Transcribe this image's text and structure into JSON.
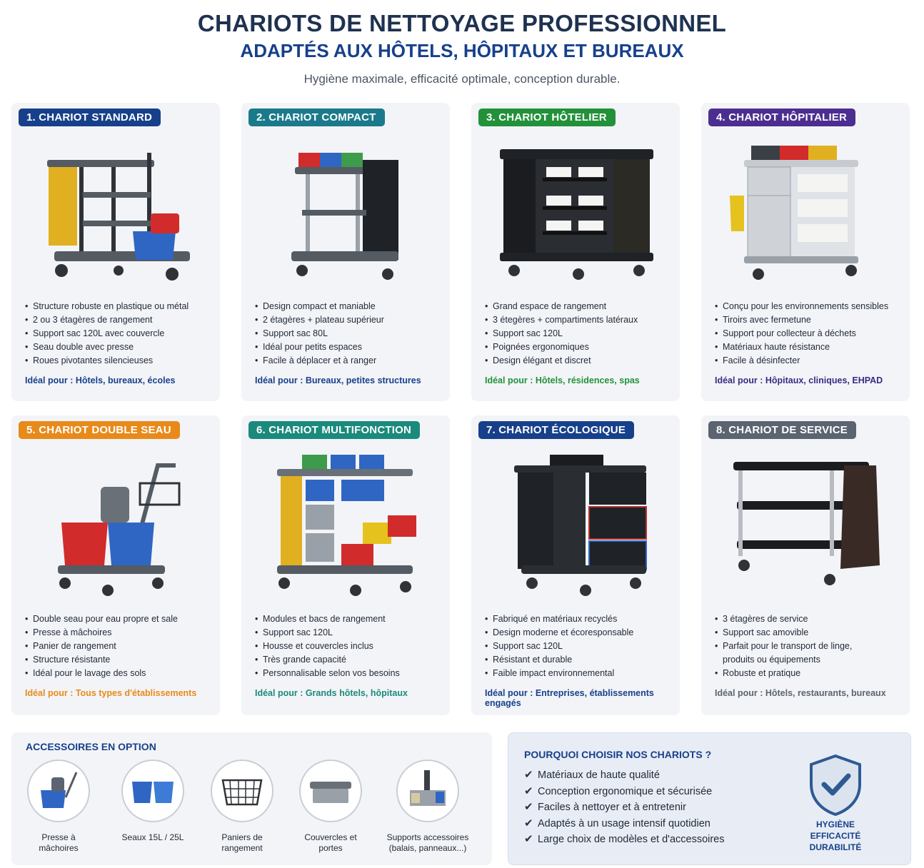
{
  "header": {
    "title": "CHARIOTS DE NETTOYAGE PROFESSIONNEL",
    "subtitle": "ADAPTÉS AUX HÔTELS, HÔPITAUX ET BUREAUX",
    "tagline": "Hygiène maximale, efficacité optimale, conception durable."
  },
  "cards": [
    {
      "title": "1. CHARIOT STANDARD",
      "color": "#17408b",
      "features": [
        "Structure robuste en plastique ou métal",
        "2 ou 3 étagères de rangement",
        "Support sac 120L avec couvercle",
        "Seau double avec presse",
        "Roues pivotantes silencieuses"
      ],
      "ideal": "Idéal pour : Hôtels, bureaux, écoles"
    },
    {
      "title": "2. CHARIOT COMPACT",
      "color": "#1a7a8c",
      "features": [
        "Design compact et maniable",
        "2 étagères + plateau supérieur",
        "Support sac 80L",
        "Idéal pour petits espaces",
        "Facile à déplacer et à ranger"
      ],
      "ideal": "Idéal pour : Bureaux, petites structures"
    },
    {
      "title": "3. CHARIOT HÔTELIER",
      "color": "#22913a",
      "features": [
        "Grand espace de rangement",
        "3 étegères + compartiments latéraux",
        "Support sac 120L",
        "Poignées ergonomiques",
        "Design élégant et discret"
      ],
      "ideal": "Idéal pour : Hôtels, résidences, spas"
    },
    {
      "title": "4. CHARIOT HÔPITALIER",
      "color": "#4c2e91",
      "features": [
        "Conçu pour les environnements sensibles",
        "Tiroirs avec fermetune",
        "Support pour collecteur à déchets",
        "Matériaux haute résistance",
        "Facile à désinfecter"
      ],
      "ideal": "Idéal pour : Hôpitaux, cliniques, EHPAD"
    },
    {
      "title": "5. CHARIOT DOUBLE SEAU",
      "color": "#e88a1a",
      "features": [
        "Double seau pour eau propre et sale",
        "Presse à mâchoires",
        "Panier de rangement",
        "Structure résistante",
        "Idéal pour le lavage des sols"
      ],
      "ideal": "Idéal pour : Tous types d'établissements"
    },
    {
      "title": "6. CHARIOT MULTIFONCTION",
      "color": "#1a8a7c",
      "features": [
        "Modules et bacs de rangement",
        "Support sac 120L",
        "Housse et couvercles inclus",
        "Très grande capacité",
        "Personnalisable selon vos besoins"
      ],
      "ideal": "Idéal pour : Grands hôtels, hôpitaux"
    },
    {
      "title": "7. CHARIOT ÉCOLOGIQUE",
      "color": "#17408b",
      "features": [
        "Fabriqué en matériaux recyclés",
        "Design moderne et écoresponsable",
        "Support sac 120L",
        "Résistant et durable",
        "Faible impact environnemental"
      ],
      "ideal": "Idéal pour : Entreprises, établissements engagés"
    },
    {
      "title": "8. CHARIOT DE SERVICE",
      "color": "#5b6470",
      "features": [
        "3 étagères de service",
        "Support sac amovible",
        "Parfait pour le transport de linge, produits ou équipements",
        "Robuste et pratique"
      ],
      "ideal": "Idéal pour : Hôtels, restaurants, bureaux"
    }
  ],
  "accessories": {
    "title": "ACCESSOIRES EN OPTION",
    "items": [
      {
        "line1": "Presse à",
        "line2": "mâchoires",
        "icon": "wringer-icon"
      },
      {
        "line1": "Seaux 15L / 25L",
        "line2": "",
        "icon": "buckets-icon"
      },
      {
        "line1": "Paniers de",
        "line2": "rangement",
        "icon": "basket-icon"
      },
      {
        "line1": "Couvercles et",
        "line2": "portes",
        "icon": "lid-icon"
      },
      {
        "line1": "Supports accessoires",
        "line2": "(balais, panneaux...)",
        "icon": "holder-icon"
      }
    ]
  },
  "why": {
    "title": "POURQUOI CHOISIR NOS CHARIOTS ?",
    "items": [
      "Matériaux de haute qualité",
      "Conception ergonomique et sécurisée",
      "Faciles à nettoyer et à entretenir",
      "Adaptés à un usage intensif quotidien",
      "Large choix de modèles et d'accessoires"
    ],
    "values": [
      "HYGIÈNE",
      "EFFICACITÉ",
      "DURABILITÉ"
    ]
  }
}
